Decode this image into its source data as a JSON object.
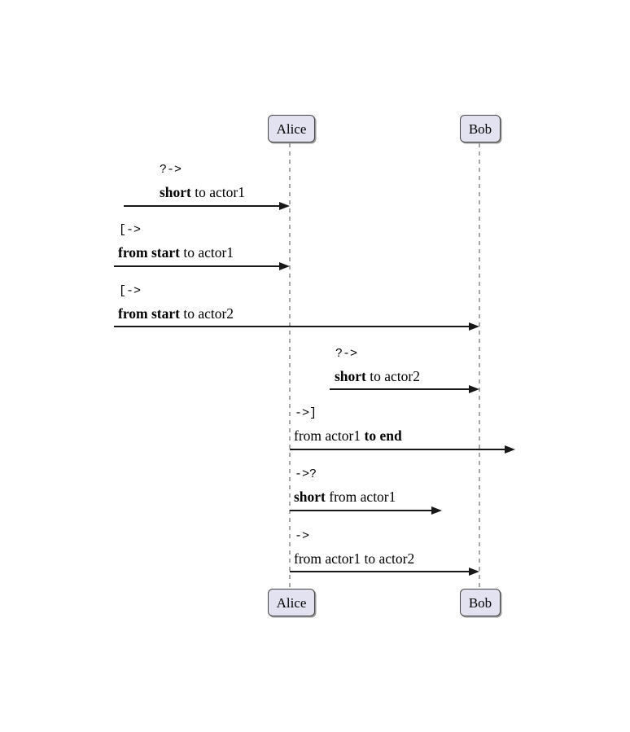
{
  "diagram": {
    "type": "sequence-diagram",
    "background": "#ffffff",
    "colors": {
      "actor_fill": "#E2E2F0",
      "actor_border": "#454545",
      "actor_shadow": "#9a9a9a",
      "lifeline": "#A8A8A8",
      "arrow": "#181818",
      "text": "#000000"
    }
  },
  "actors": [
    {
      "name": "Alice"
    },
    {
      "name": "Bob"
    }
  ],
  "messages": [
    {
      "syntax": "?->",
      "label_pre": "",
      "label_bold": "short",
      "label_post": " to actor1",
      "from": "short-left-of-Alice",
      "to": "Alice"
    },
    {
      "syntax": "[->",
      "label_pre": "",
      "label_bold": "from start",
      "label_post": " to actor1",
      "from": "diagram-start",
      "to": "Alice"
    },
    {
      "syntax": "[->",
      "label_pre": "",
      "label_bold": "from start",
      "label_post": " to actor2",
      "from": "diagram-start",
      "to": "Bob"
    },
    {
      "syntax": "?->",
      "label_pre": "",
      "label_bold": "short",
      "label_post": " to actor2",
      "from": "short-left-of-Bob",
      "to": "Bob"
    },
    {
      "syntax": "->]",
      "label_pre": "from actor1 ",
      "label_bold": "to end",
      "label_post": "",
      "from": "Alice",
      "to": "diagram-end"
    },
    {
      "syntax": "->?",
      "label_pre": "",
      "label_bold": "short",
      "label_post": " from actor1",
      "from": "Alice",
      "to": "short-right-of-Alice"
    },
    {
      "syntax": "->",
      "label_pre": "from actor1 to actor2",
      "label_bold": "",
      "label_post": "",
      "from": "Alice",
      "to": "Bob"
    }
  ]
}
